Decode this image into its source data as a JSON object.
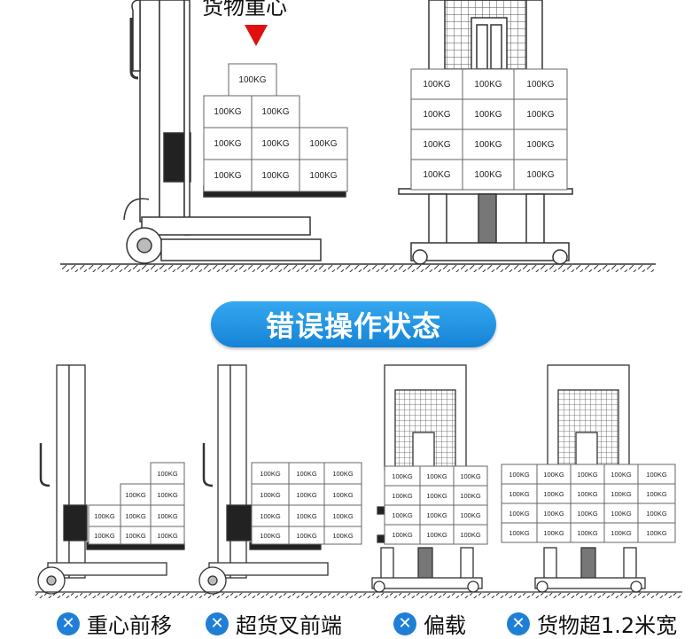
{
  "top_caption": "货物重心",
  "box_label": "100KG",
  "section_title": "错误操作状态",
  "errors": [
    {
      "icon": "x-icon",
      "text": "重心前移"
    },
    {
      "icon": "x-icon",
      "text": "超货叉前端"
    },
    {
      "icon": "x-icon",
      "text": "偏载"
    },
    {
      "icon": "x-icon",
      "text": "货物超1.2米宽"
    }
  ],
  "colors": {
    "accent": "#1f7fd6",
    "pointer": "#e01010",
    "line": "#333333"
  }
}
